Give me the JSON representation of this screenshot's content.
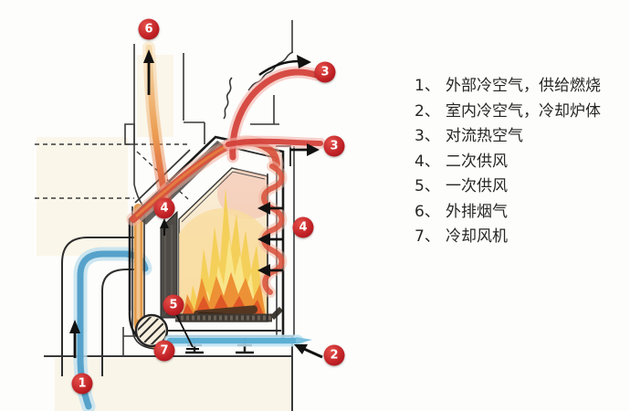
{
  "legend": {
    "items": [
      {
        "num": "1、",
        "text": "外部冷空气，供给燃烧"
      },
      {
        "num": "2、",
        "text": "室内冷空气，冷却炉体"
      },
      {
        "num": "3、",
        "text": "对流热空气"
      },
      {
        "num": "4、",
        "text": "二次供风"
      },
      {
        "num": "5、",
        "text": "一次供风"
      },
      {
        "num": "6、",
        "text": "外排烟气"
      },
      {
        "num": "7、",
        "text": "冷却风机"
      }
    ]
  },
  "markers": [
    {
      "label": "6"
    },
    {
      "label": "3"
    },
    {
      "label": "3"
    },
    {
      "label": "4"
    },
    {
      "label": "4"
    },
    {
      "label": "5"
    },
    {
      "label": "7"
    },
    {
      "label": "2"
    },
    {
      "label": "1"
    }
  ],
  "colors": {
    "marker_red": "#c9252c",
    "hot_stream_red": "#d23d35",
    "exhaust_orange": "#e8923a",
    "cold_stream_blue": "#4f9ec7",
    "flame_yellow": "#f3cf55",
    "flame_orange": "#ec8b2f",
    "flame_red": "#dd4f24"
  }
}
